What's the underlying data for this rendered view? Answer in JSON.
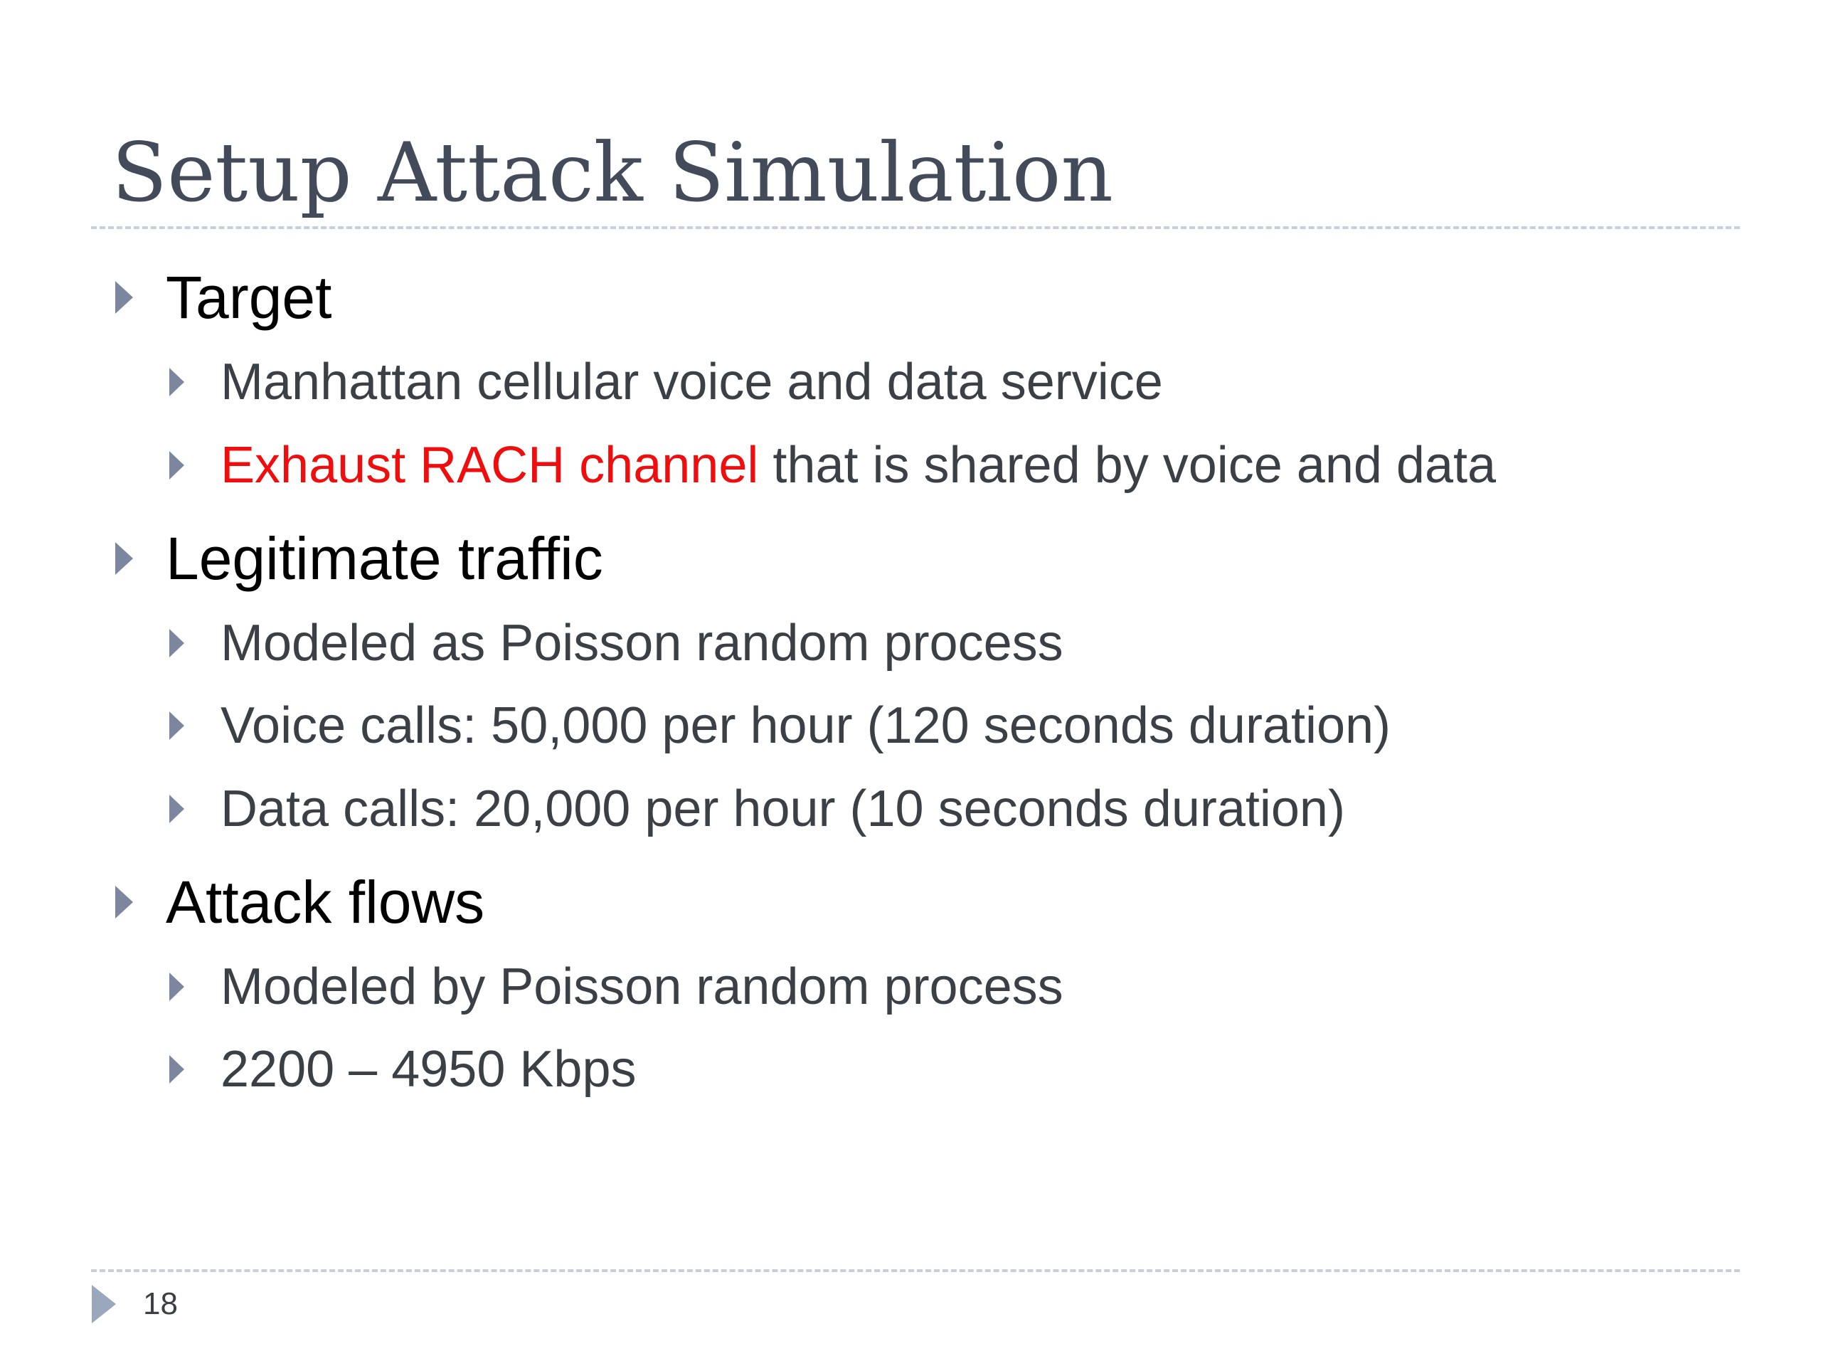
{
  "slide": {
    "title": "Setup Attack Simulation",
    "sections": [
      {
        "heading": "Target",
        "items": [
          {
            "text": "Manhattan cellular voice and data service"
          },
          {
            "highlight": "Exhaust RACH channel",
            "text": " that is shared by voice and data"
          }
        ]
      },
      {
        "heading": "Legitimate traffic",
        "items": [
          {
            "text": "Modeled as Poisson random process"
          },
          {
            "text": "Voice calls: 50,000 per hour (120 seconds duration)"
          },
          {
            "text": "Data calls: 20,000 per hour (10 seconds duration)"
          }
        ]
      },
      {
        "heading": "Attack flows",
        "items": [
          {
            "text": "Modeled by Poisson random process"
          },
          {
            "text": "2200 – 4950 Kbps"
          }
        ]
      }
    ],
    "page_number": "18",
    "colors": {
      "title": "#434a5a",
      "heading": "#000000",
      "body": "#3b3f46",
      "highlight": "#ef0d0d",
      "bullet": "#7c879f"
    },
    "icons": {
      "bullet": "triangle-bullet-icon"
    }
  }
}
